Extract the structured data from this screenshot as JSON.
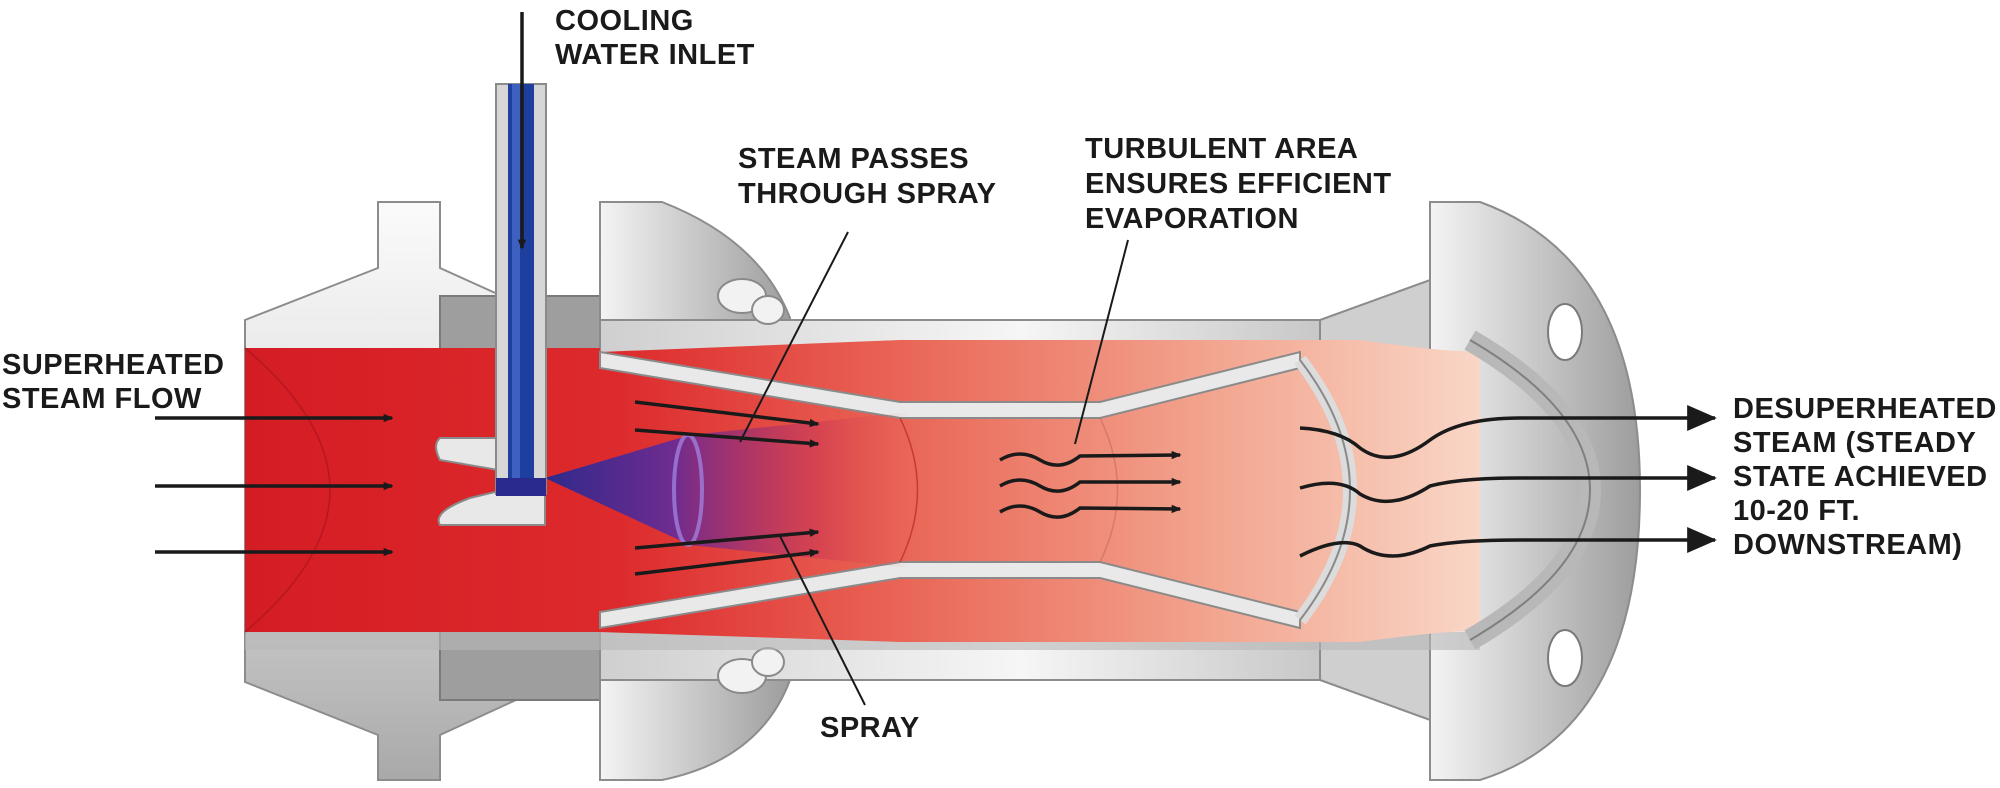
{
  "labels": {
    "cooling_water": [
      "COOLING",
      "WATER INLET"
    ],
    "superheated": [
      "SUPERHEATED",
      "STEAM FLOW"
    ],
    "steam_passes": [
      "STEAM PASSES",
      "THROUGH SPRAY"
    ],
    "turbulent": [
      "TURBULENT AREA",
      "ENSURES EFFICIENT",
      "EVAPORATION"
    ],
    "spray": [
      "SPRAY"
    ],
    "desuperheated": [
      "DESUPERHEATED",
      "STEAM (STEADY",
      "STATE ACHIEVED",
      "10-20 FT.",
      "DOWNSTREAM)"
    ]
  },
  "colors": {
    "steam_hot": "#d61e26",
    "steam_cool": "#f6c8b4",
    "water": "#1f3f9e",
    "metal_light": "#efefef",
    "metal_dark": "#8c8c8c",
    "arrow": "#1a1a1a"
  }
}
